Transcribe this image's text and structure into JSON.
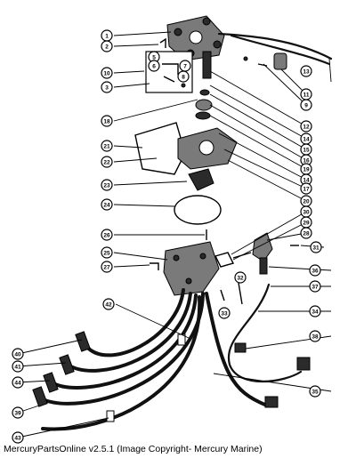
{
  "caption": "MercuryPartsOnline v2.5.1 (Image Copyright- Mercury Marine)",
  "callouts": [
    {
      "label": "1"
    },
    {
      "label": "2"
    },
    {
      "label": "5"
    },
    {
      "label": "6"
    },
    {
      "label": "7"
    },
    {
      "label": "8"
    },
    {
      "label": "10"
    },
    {
      "label": "3"
    },
    {
      "label": "9"
    },
    {
      "label": "11"
    },
    {
      "label": "13"
    },
    {
      "label": "12"
    },
    {
      "label": "14"
    },
    {
      "label": "15"
    },
    {
      "label": "16"
    },
    {
      "label": "19"
    },
    {
      "label": "18"
    },
    {
      "label": "14"
    },
    {
      "label": "17"
    },
    {
      "label": "20"
    },
    {
      "label": "21"
    },
    {
      "label": "22"
    },
    {
      "label": "23"
    },
    {
      "label": "24"
    },
    {
      "label": "30"
    },
    {
      "label": "29"
    },
    {
      "label": "28"
    },
    {
      "label": "26"
    },
    {
      "label": "31"
    },
    {
      "label": "25"
    },
    {
      "label": "36"
    },
    {
      "label": "27"
    },
    {
      "label": "32"
    },
    {
      "label": "37"
    },
    {
      "label": "42"
    },
    {
      "label": "33"
    },
    {
      "label": "34"
    },
    {
      "label": "38"
    },
    {
      "label": "40"
    },
    {
      "label": "41"
    },
    {
      "label": "44"
    },
    {
      "label": "35"
    },
    {
      "label": "39"
    },
    {
      "label": "43"
    }
  ]
}
